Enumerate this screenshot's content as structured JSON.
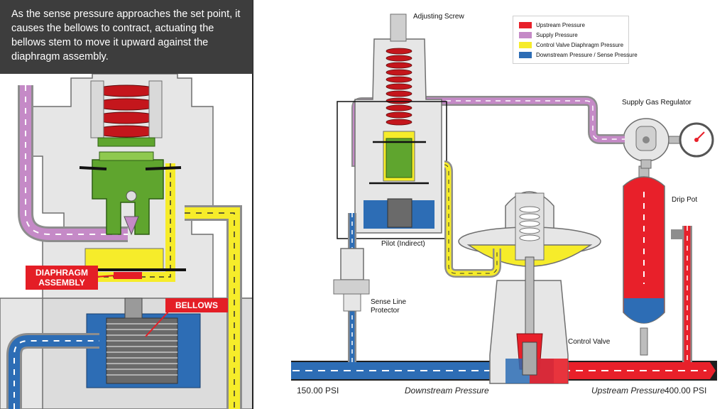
{
  "caption": {
    "text": "As the sense pressure approaches the set point, it causes the bellows to contract, actuating the bellows stem to move it upward against the diaphragm assembly."
  },
  "callouts": {
    "diaphragm_assembly": "DIAPHRAGM ASSEMBLY",
    "bellows": "BELLOWS"
  },
  "labels": {
    "adjusting_screw": "Adjusting Screw",
    "supply_gas_regulator": "Supply Gas Regulator",
    "drip_pot": "Drip Pot",
    "pilot": "Pilot (Indirect)",
    "sense_line_protector_1": "Sense Line",
    "sense_line_protector_2": "Protector",
    "control_valve": "Control Valve"
  },
  "legend": {
    "items": [
      {
        "label": "Upstream Pressure",
        "color": "#e8202a"
      },
      {
        "label": "Supply Pressure",
        "color": "#c58ac7"
      },
      {
        "label": "Control Valve Diaphragm Pressure",
        "color": "#f6ec2a"
      },
      {
        "label": "Downstream Pressure / Sense Pressure",
        "color": "#2d6db5"
      }
    ]
  },
  "pipeline": {
    "left_value": "150.00 PSI",
    "left_label": "Downstream Pressure",
    "right_label": "Upstream Pressure",
    "right_value": "400.00 PSI"
  },
  "colors": {
    "upstream": "#e8202a",
    "supply": "#c58ac7",
    "diaphragm": "#f6ec2a",
    "downstream": "#2d6db5",
    "body": "#e9e9e9",
    "outline": "#7a7a7a",
    "spring": "#c4161c",
    "green": "#5fa52e"
  }
}
